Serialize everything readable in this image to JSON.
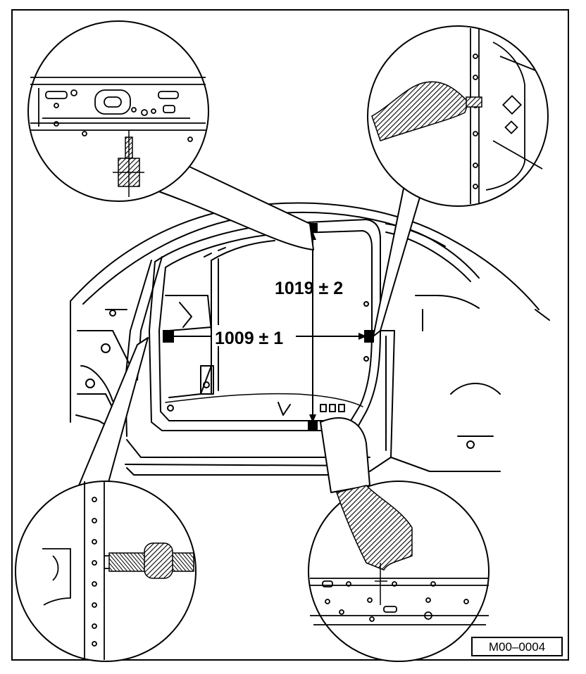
{
  "diagram": {
    "dimension_vertical": "1019 ± 2",
    "dimension_horizontal": "1009 ± 1",
    "reference_code": "M00–0004"
  },
  "detail_views": [
    "rear-sill-gauge-detail",
    "upper-right-pillar-gauge-detail",
    "lower-left-pillar-gauge-detail",
    "lower-right-sill-gauge-detail"
  ]
}
